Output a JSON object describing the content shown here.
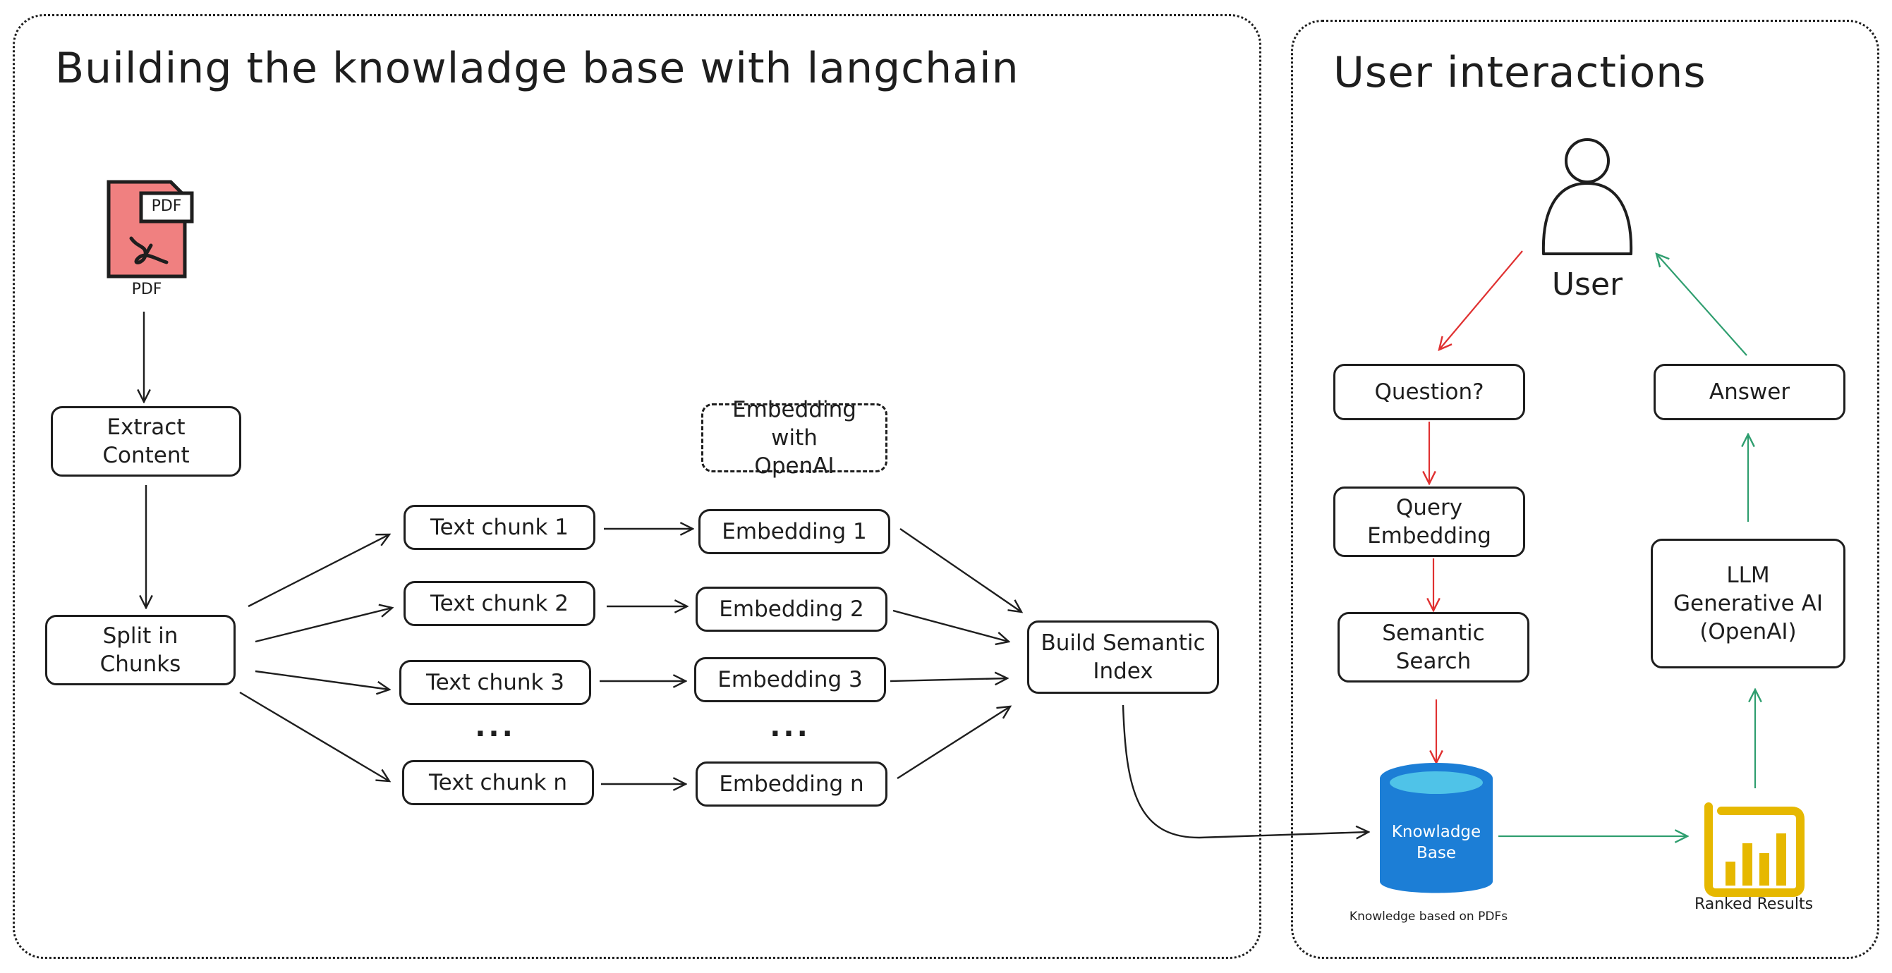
{
  "panels": {
    "left_title": "Building the knowladge base with langchain",
    "right_title": "User interactions"
  },
  "pdf": {
    "icon": "pdf-file-icon",
    "badge": "PDF",
    "label": "PDF",
    "color": "#f08080"
  },
  "nodes": {
    "extract": "Extract\nContent",
    "split": "Split in\nChunks",
    "chunk1": "Text chunk 1",
    "chunk2": "Text chunk 2",
    "chunk3": "Text chunk 3",
    "chunkn": "Text chunk n",
    "chunk_ellipsis": "...",
    "embed_note": "Embedding with\nOpenAI",
    "emb1": "Embedding 1",
    "emb2": "Embedding 2",
    "emb3": "Embedding 3",
    "embn": "Embedding n",
    "emb_ellipsis": "...",
    "index": "Build Semantic\nIndex",
    "user": "User",
    "question": "Question?",
    "query": "Query\nEmbedding",
    "semantic": "Semantic\nSearch",
    "kb_label": "Knowladge\nBase",
    "kb_caption": "Knowledge based on PDFs",
    "ranked": "Ranked Results",
    "llm": "LLM\nGenerative AI\n(OpenAI)",
    "answer": "Answer"
  },
  "icons": {
    "user": "user-icon",
    "database": "database-icon",
    "ranked": "bar-chart-icon"
  },
  "colors": {
    "ink": "#1e1e1e",
    "question_flow": "#e03131",
    "answer_flow": "#2f9e6f",
    "db_blue": "#1c7ed6",
    "db_top": "#4fc3e8",
    "ranked_gold": "#e6b800"
  }
}
